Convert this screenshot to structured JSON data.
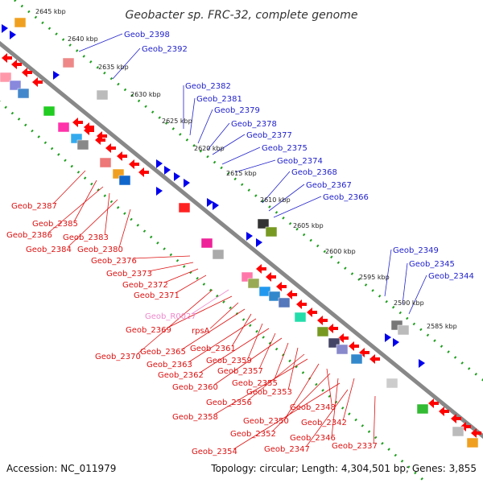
{
  "title": "Geobacter sp. FRC-32, complete genome",
  "footer": {
    "accession": "Accession: NC_011979",
    "summary": "Topology: circular; Length: 4,304,501 bp; Genes: 3,855"
  },
  "colors": {
    "backbone": "#888888",
    "tick_dots": "#1e9e1e",
    "forward_label": "#2222cc",
    "reverse_label": "#dd1111",
    "rna_label": "#ee88cc"
  },
  "scale_labels": [
    "2645 kbp",
    "2640 kbp",
    "2635 kbp",
    "2630 kbp",
    "2625 kbp",
    "2620 kbp",
    "2615 kbp",
    "2610 kbp",
    "2605 kbp",
    "2600 kbp",
    "2595 kbp",
    "2590 kbp",
    "2585 kbp"
  ],
  "forward_gene_labels": [
    "Geob_2398",
    "Geob_2392",
    "Geob_2382",
    "Geob_2381",
    "Geob_2379",
    "Geob_2378",
    "Geob_2377",
    "Geob_2375",
    "Geob_2374",
    "Geob_2368",
    "Geob_2367",
    "Geob_2366",
    "Geob_2349",
    "Geob_2345",
    "Geob_2344"
  ],
  "reverse_gene_labels": [
    "Geob_2387",
    "Geob_2385",
    "Geob_2386",
    "Geob_2383",
    "Geob_2384",
    "Geob_2380",
    "Geob_2376",
    "Geob_2373",
    "Geob_2372",
    "Geob_2371",
    "Geob_R0027",
    "Geob_2369",
    "rpsA",
    "Geob_2370",
    "Geob_2365",
    "Geob_2361",
    "Geob_2363",
    "Geob_2359",
    "Geob_2362",
    "Geob_2357",
    "Geob_2360",
    "Geob_2355",
    "Geob_2353",
    "Geob_2356",
    "Geob_2348",
    "Geob_2358",
    "Geob_2350",
    "Geob_2342",
    "Geob_2352",
    "Geob_2346",
    "Geob_2354",
    "Geob_2347",
    "Geob_2337"
  ]
}
